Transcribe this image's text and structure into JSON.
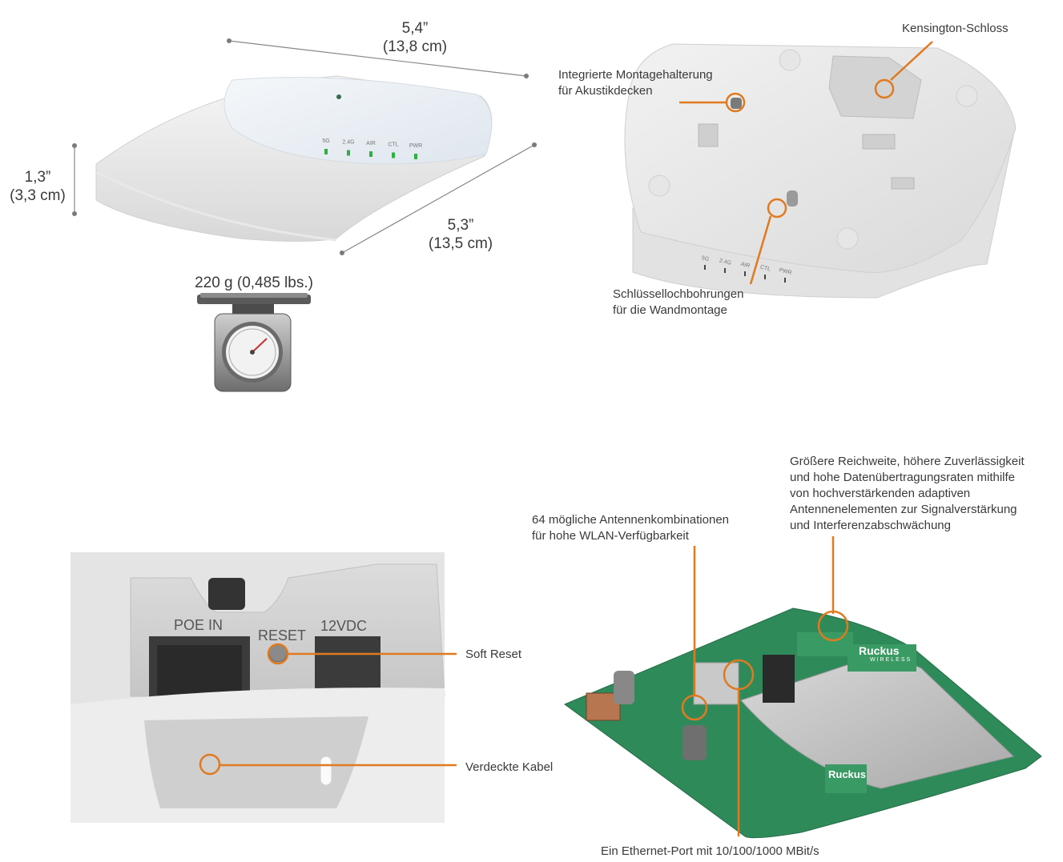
{
  "dimensions": {
    "width_in": "5,4”",
    "width_cm": "(13,8 cm)",
    "height_in": "1,3”",
    "height_cm": "(3,3 cm)",
    "depth_in": "5,3”",
    "depth_cm": "(13,5 cm)",
    "weight": "220 g (0,485 lbs.)"
  },
  "led_labels": [
    "5G",
    "2.4G",
    "AIR",
    "CTL",
    "PWR"
  ],
  "callouts": {
    "kensington": "Kensington-Schloss",
    "ceiling_mount": [
      "Integrierte Montagehalterung",
      "für Akustikdecken"
    ],
    "keyholes": [
      "Schlüssellochbohrungen",
      "für die Wandmontage"
    ],
    "soft_reset": "Soft Reset",
    "hidden_cables": "Verdeckte Kabel",
    "antenna_combos": [
      "64 mögliche Antennenkombinationen",
      "für hohe WLAN-Verfügbarkeit"
    ],
    "range": [
      "Größere Reichweite, höhere Zuverlässigkeit",
      "und hohe Datenübertragungsraten mithilfe",
      "von hochverstärkenden adaptiven",
      "Antennenelementen zur Signalverstärkung",
      "und Interferenzabschwächung"
    ],
    "ethernet": "Ein Ethernet-Port mit 10/100/1000 MBit/s"
  },
  "port_labels": {
    "poe": "POE IN",
    "reset": "RESET",
    "dc": "12VDC"
  },
  "board_brand": "Ruckus",
  "board_brand_sub": "WIRELESS",
  "colors": {
    "accent": "#e07a1f",
    "pcb": "#2f8a5a",
    "text": "#3a3a3a",
    "device": "#ececec"
  }
}
